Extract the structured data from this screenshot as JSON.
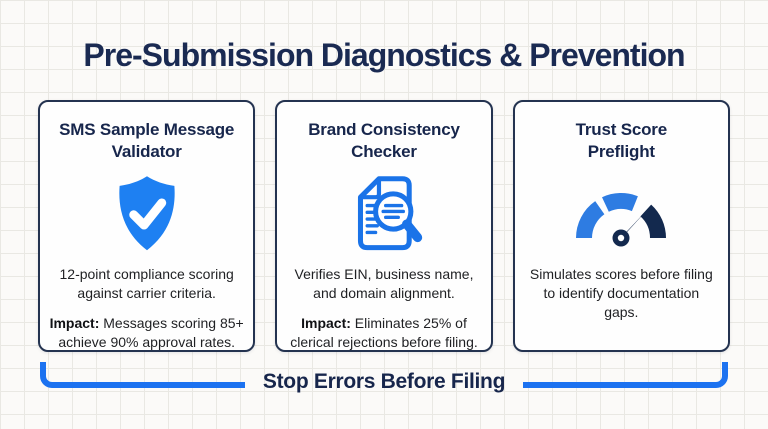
{
  "title": "Pre-Submission Diagnostics & Prevention",
  "cards": [
    {
      "title": "SMS Sample Message\nValidator",
      "icon": "shield-check-icon",
      "body": "12-point compliance scoring\nagainst carrier criteria.",
      "impact_label": "Impact:",
      "impact_text": "Messages scoring 85+\nachieve 90% approval rates."
    },
    {
      "title": "Brand Consistency\nChecker",
      "icon": "document-magnifier-icon",
      "body": "Verifies EIN, business name,\nand domain alignment.",
      "impact_label": "Impact:",
      "impact_text": "Eliminates 25% of\nclerical rejections before filing."
    },
    {
      "title": "Trust Score\nPreflight",
      "icon": "gauge-icon",
      "body": "Simulates scores before filing\nto identify documentation\ngaps."
    }
  ],
  "footer": {
    "label": "Stop Errors Before Filing"
  },
  "colors": {
    "navy_text": "#1a2a52",
    "card_border": "#243350",
    "shield_blue": "#1e80f2",
    "document_blue": "#1a73e8",
    "gauge_blue": "#2e7ce2",
    "gauge_navy": "#13294e",
    "bracket_blue": "#1c72f0",
    "background": "#fbfaf8"
  }
}
